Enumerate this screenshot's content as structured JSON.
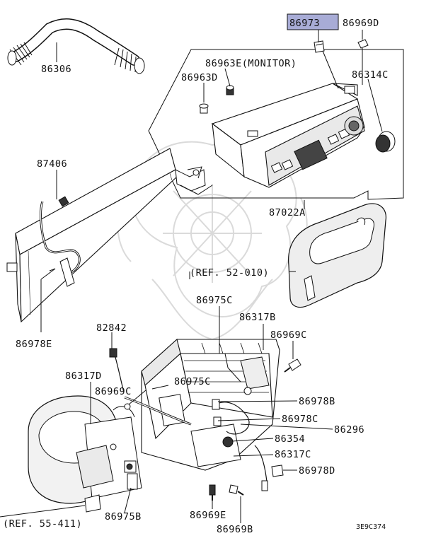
{
  "labels": {
    "p86973": "86973",
    "p86969D_top": "86969D",
    "p86306": "86306",
    "p86963E": "86963E(MONITOR)",
    "p86963D": "86963D",
    "p86314C": "86314C",
    "p87406": "87406",
    "p87022A": "87022A",
    "ref52": "(REF. 52-010)",
    "p86975C_top": "86975C",
    "p86317B": "86317B",
    "p82842": "82842",
    "p86969C_right": "86969C",
    "p86978E": "86978E",
    "p86317D": "86317D",
    "p86975C_mid": "86975C",
    "p86969C_left": "86969C",
    "p86978B": "86978B",
    "p86978C": "86978C",
    "p86296": "86296",
    "p86354": "86354",
    "p86317C": "86317C",
    "p86978D": "86978D",
    "p86969E": "86969E",
    "p86975B": "86975B",
    "ref55": "(REF. 55-411)",
    "p86969B": "86969B",
    "code": "3E9C374"
  },
  "colors": {
    "highlight": "#a8acd6",
    "line": "#111111",
    "background": "#ffffff"
  }
}
